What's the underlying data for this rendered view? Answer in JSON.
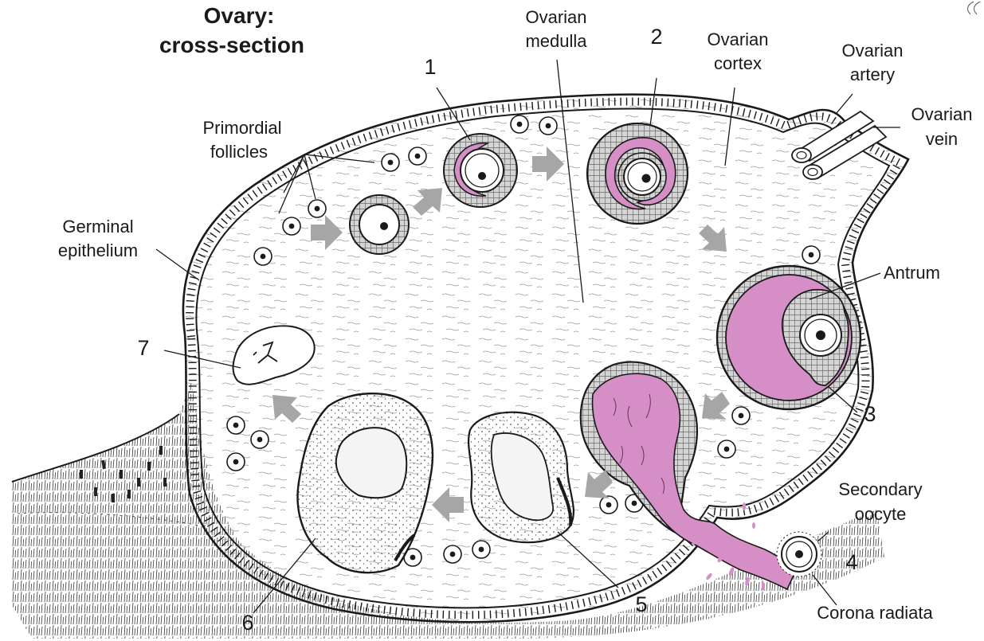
{
  "title": {
    "line1": "Ovary:",
    "line2": "cross-section"
  },
  "colors": {
    "pink": "#d58fc6",
    "gray": "#a6a6a6",
    "ink": "#1a1a1a",
    "stroma": "#f4f4f4"
  },
  "labels": {
    "primordial_follicles": [
      "Primordial",
      "follicles"
    ],
    "germinal_epithelium": [
      "Germinal",
      "epithelium"
    ],
    "ovarian_medulla": [
      "Ovarian",
      "medulla"
    ],
    "ovarian_cortex": [
      "Ovarian",
      "cortex"
    ],
    "ovarian_artery": [
      "Ovarian",
      "artery"
    ],
    "ovarian_vein": [
      "Ovarian",
      "vein"
    ],
    "antrum": "Antrum",
    "secondary_oocyte": [
      "Secondary",
      "oocyte"
    ],
    "corona_radiata": "Corona radiata"
  },
  "numbers": {
    "n1": "1",
    "n2": "2",
    "n3": "3",
    "n4": "4",
    "n5": "5",
    "n6": "6",
    "n7": "7"
  }
}
